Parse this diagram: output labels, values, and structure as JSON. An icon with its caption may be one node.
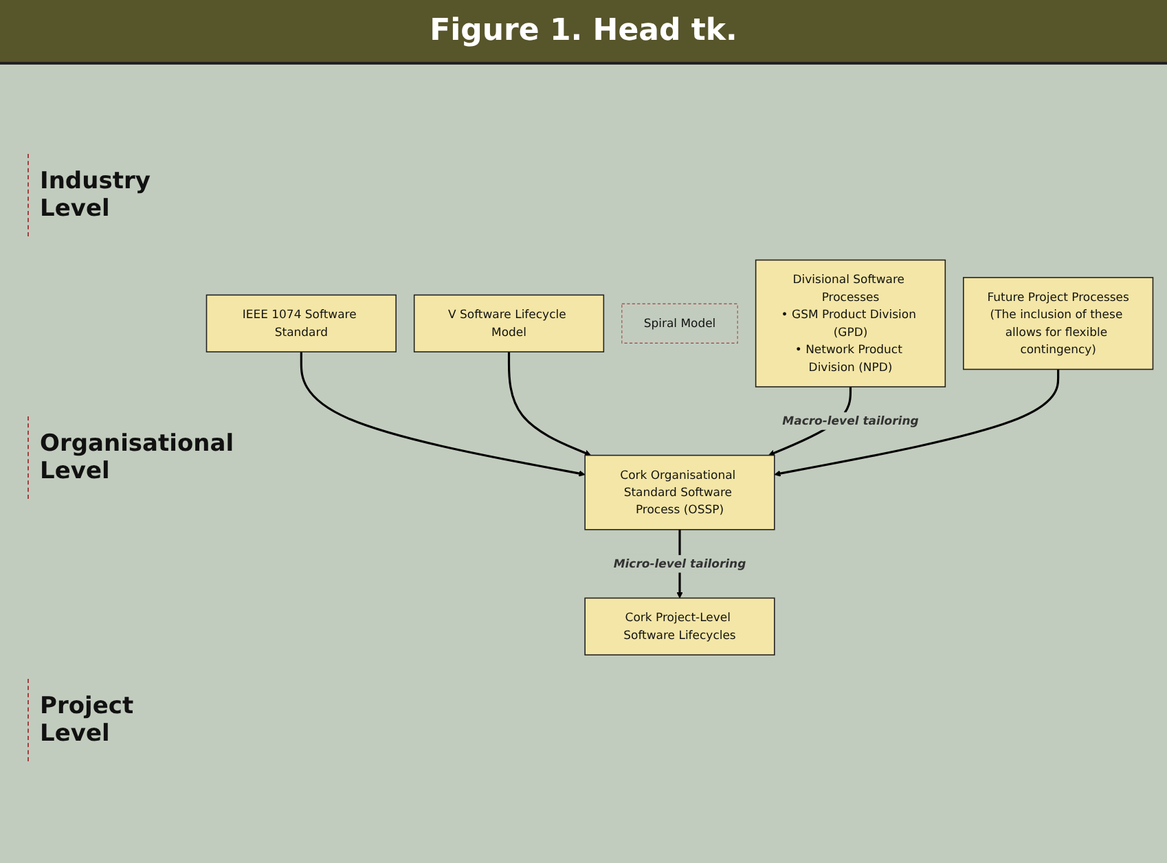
{
  "diagram": {
    "title": "Figure 1. Head tk.",
    "nodes": [
      {
        "text": [
          "IEEE 1074 Software Standard"
        ]
      },
      {
        "text": [
          "V Software Lifecycle Model"
        ]
      },
      {
        "text": [
          "Spiral Model"
        ]
      },
      {
        "text": [
          "Divisional Software Processes",
          "• GSM Product Division (GPD)",
          "• Network Product Division (NPD)"
        ]
      },
      {
        "text": [
          "Future Project Processes",
          "(The inclusion of these allows for flexible contingency)"
        ]
      },
      {
        "text": [
          "Cork Organisational Standard Software Process (OSSP)"
        ]
      },
      {
        "text": [
          "Cork Project-Level Software Lifecycles"
        ]
      }
    ],
    "edges": [
      {
        "from": 0,
        "to": 5,
        "arrow": "to"
      },
      {
        "from": 1,
        "to": 5,
        "arrow": "to"
      },
      {
        "from": 3,
        "to": 5,
        "arrow": "to",
        "label": "Macro-level tailoring"
      },
      {
        "from": 4,
        "to": 5,
        "arrow": "to"
      },
      {
        "from": 5,
        "to": 6,
        "arrow": "to",
        "label": "Micro-level tailoring"
      }
    ],
    "labels": [
      "Industry Level",
      "Organisational Level",
      "Project Level"
    ]
  }
}
